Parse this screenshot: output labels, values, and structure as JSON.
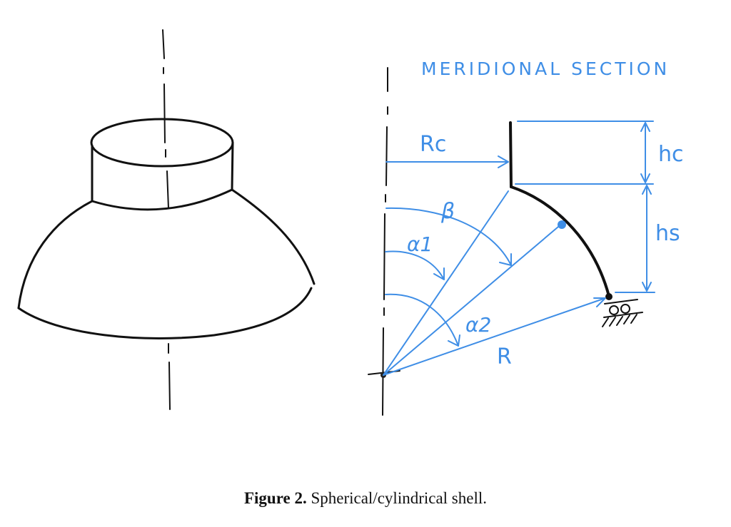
{
  "diagram": {
    "section_title": "MERIDIONAL SECTION",
    "labels": {
      "Rc": "Rc",
      "beta": "β",
      "alpha1": "α1",
      "alpha2": "α2",
      "R": "R",
      "hc": "hc",
      "hs": "hs"
    },
    "colors": {
      "ink": "#111111",
      "annotation": "#3f8ee6"
    }
  },
  "caption": {
    "label": "Figure 2.",
    "text": "Spherical/cylindrical shell."
  }
}
